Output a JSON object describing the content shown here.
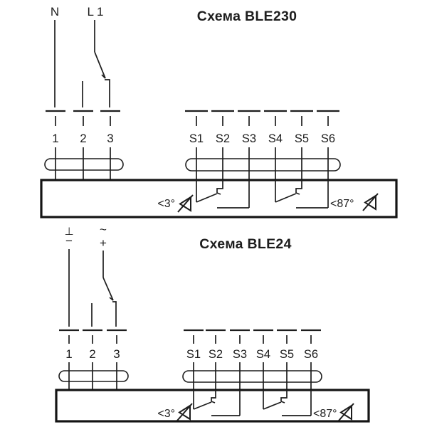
{
  "colors": {
    "line": "#1d1d1d",
    "background": "#ffffff"
  },
  "ble230": {
    "title": "Схема BLE230",
    "supply_neutral": "N",
    "supply_line": "L 1",
    "power_terminals": [
      "1",
      "2",
      "3"
    ],
    "signal_terminals": [
      "S1",
      "S2",
      "S3",
      "S4",
      "S5",
      "S6"
    ],
    "angle_closed": "<3°",
    "angle_open": "<87°"
  },
  "ble24": {
    "title": "Схема BLE24",
    "supply_ground": "⊥",
    "supply_minus": "−",
    "supply_ac": "~",
    "supply_plus": "+",
    "power_terminals": [
      "1",
      "2",
      "3"
    ],
    "signal_terminals": [
      "S1",
      "S2",
      "S3",
      "S4",
      "S5",
      "S6"
    ],
    "angle_closed": "<3°",
    "angle_open": "<87°"
  }
}
